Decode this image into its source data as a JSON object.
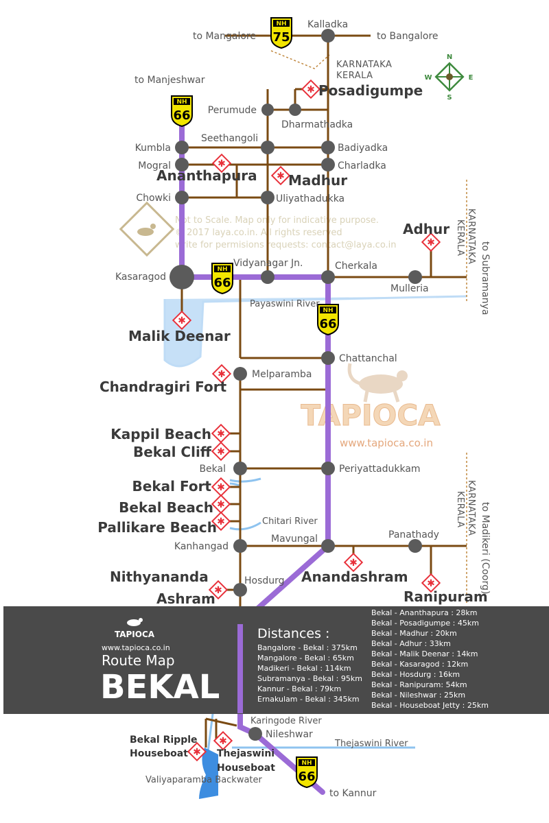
{
  "map": {
    "towns": {
      "kalladka": "Kalladka",
      "perumude": "Perumude",
      "dharmathadka": "Dharmathadka",
      "kumbla": "Kumbla",
      "seethangoli": "Seethangoli",
      "badiyadka": "Badiyadka",
      "mogral": "Mogral",
      "charladka": "Charladka",
      "chowki": "Chowki",
      "uliyathadukka": "Uliyathadukka",
      "kasaragod": "Kasaragod",
      "vidyanagar": "Vidyanagar Jn.",
      "cherkala": "Cherkala",
      "mulleria": "Mulleria",
      "chattanchal": "Chattanchal",
      "melparamba": "Melparamba",
      "bekal": "Bekal",
      "periyattadukkam": "Periyattadukkam",
      "kanhangad": "Kanhangad",
      "mavungal": "Mavungal",
      "panathady": "Panathady",
      "hosdurg": "Hosdurg",
      "nileshwar": "Nileshwar"
    },
    "directions": {
      "mangalore": "to Mangalore",
      "bangalore": "to Bangalore",
      "manjeshwar": "to Manjeshwar",
      "subramanya": "to Subramanya",
      "madikeri": "to Madikeri (Coorg)",
      "kannur": "to Kannur"
    },
    "states": {
      "karnataka": "KARNATAKA",
      "kerala": "KERALA"
    },
    "poi": {
      "posadigumpe": "Posadigumpe",
      "ananthapura": "Ananthapura",
      "madhur": "Madhur",
      "adhur": "Adhur",
      "malik_deenar": "Malik Deenar",
      "chandragiri": "Chandragiri Fort",
      "kappil": "Kappil Beach",
      "bekal_cliff": "Bekal Cliff",
      "bekal_fort": "Bekal Fort",
      "bekal_beach": "Bekal Beach",
      "pallikare": "Pallikare Beach",
      "nithyananda_1": "Nithyananda",
      "nithyananda_2": "Ashram",
      "anandashram": "Anandashram",
      "ranipuram": "Ranipuram",
      "ripple_1": "Bekal Ripple",
      "ripple_2": "Houseboat",
      "thejaswini_1": "Thejaswini",
      "thejaswini_2": "Houseboat"
    },
    "rivers": {
      "payaswini": "Payaswini River",
      "chitari": "Chitari River",
      "karingode": "Karingode River",
      "thejaswini": "Thejaswini River",
      "backwater": "Valiyaparamba Backwater"
    },
    "highways": {
      "nh_label": "NH",
      "nh75": "75",
      "nh66": "66"
    },
    "compass": {
      "n": "N",
      "s": "S",
      "e": "E",
      "w": "W"
    },
    "watermark": {
      "line1": "Not to Scale. Map only for indicative purpose.",
      "line2": "© 2017 laya.co.in. All rights reserved",
      "line3": "write for permisions requests: contact@laya.co.in",
      "brand": "TAPIOCA",
      "url": "www.tapioca.co.in"
    }
  },
  "panel": {
    "logo": "TAPIOCA",
    "url": "www.tapioca.co.in",
    "subtitle": "Route Map",
    "title": "BEKAL",
    "distances_heading": "Distances :",
    "distances_left": [
      "Bangalore - Bekal : 375km",
      "Mangalore - Bekal : 65km",
      "Madikeri - Bekal : 114km",
      "Subramanya - Bekal : 95km",
      "Kannur - Bekal : 79km",
      "Ernakulam - Bekal : 345km"
    ],
    "distances_right": [
      "Bekal - Ananthapura : 28km",
      "Bekal - Posadigumpe : 45km",
      "Bekal - Madhur : 20km",
      "Bekal - Adhur : 33km",
      "Bekal - Malik Deenar : 14km",
      "Bekal - Kasaragod : 12km",
      "Bekal - Hosdurg : 16km",
      "Bekal - Ranipuram: 54km",
      "Bekal - Nileshwar : 25km",
      "Bekal - Houseboat Jetty : 25km"
    ]
  },
  "colors": {
    "road": "#7a4a12",
    "highway": "#9b6bd6",
    "river": "#8ec3ef",
    "poi_marker": "#e8303a",
    "panel_bg": "#4a4a4a"
  }
}
